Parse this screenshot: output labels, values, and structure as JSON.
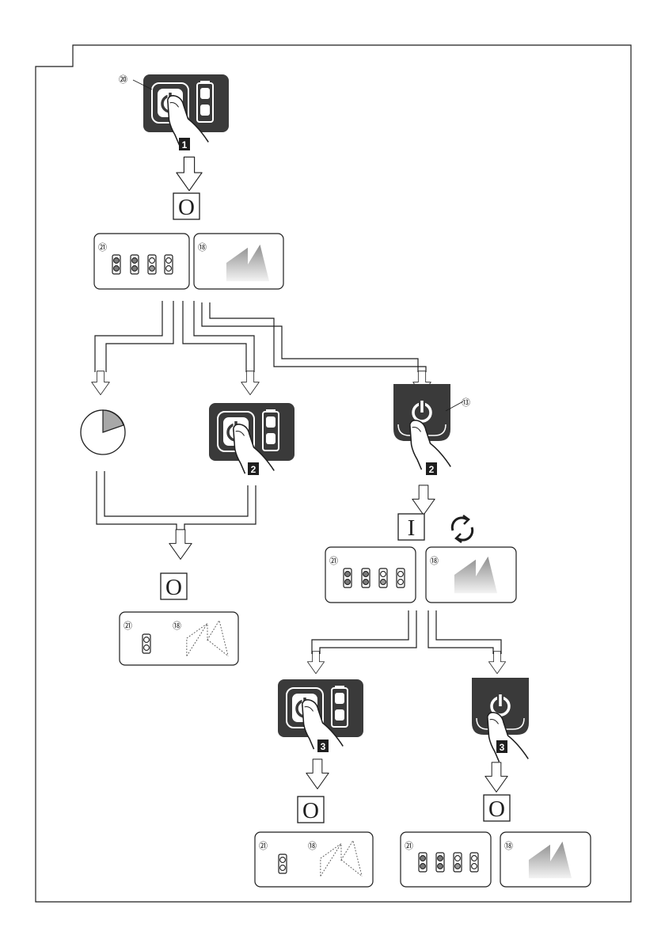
{
  "callouts": {
    "main_button": "⑳",
    "led_indicator": "㉑",
    "display": "⑱",
    "handle_button": "⑬"
  },
  "state_labels": {
    "off": "O",
    "on": "I"
  },
  "steps": [
    "1",
    "2",
    "2",
    "3",
    "3"
  ],
  "icons": {
    "power": "power-icon",
    "battery": "battery-icon",
    "timer": "timer-pie-icon",
    "refresh": "refresh-icon",
    "finger": "finger-press-icon",
    "arrow": "down-arrow-icon"
  },
  "colors": {
    "panel": "#3a3a3a",
    "line": "#1e1e1e",
    "led_on": "#7a7a7a",
    "display_fill": "#b5b5b5"
  }
}
